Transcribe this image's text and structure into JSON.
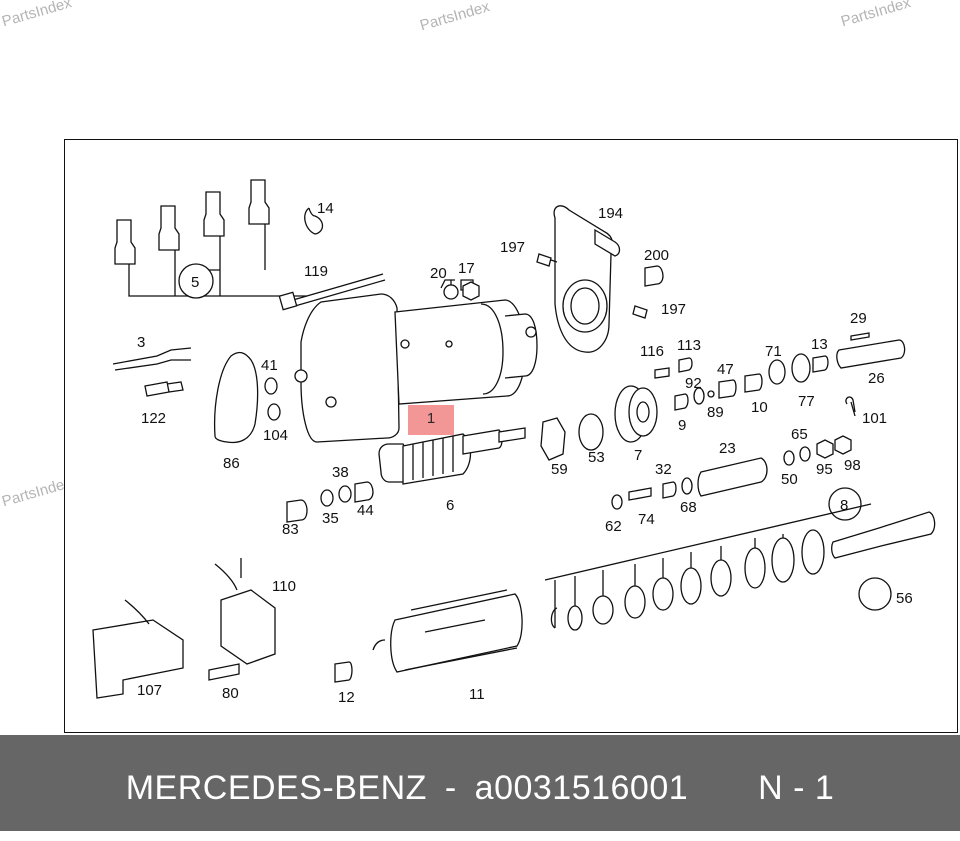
{
  "watermark": {
    "text": "PartsIndex"
  },
  "footer": {
    "brand": "MERCEDES-BENZ",
    "separator": "-",
    "part_number": "a0031516001",
    "position": "N - 1"
  },
  "diagram": {
    "highlight_label": "1",
    "labels": {
      "l14": "14",
      "l5": "5",
      "l119": "119",
      "l20": "20",
      "l17": "17",
      "l194": "194",
      "l197a": "197",
      "l200": "200",
      "l197b": "197",
      "l3": "3",
      "l41": "41",
      "l104": "104",
      "l122": "122",
      "l86": "86",
      "l116": "116",
      "l113": "113",
      "l29": "29",
      "l71": "71",
      "l13": "13",
      "l26": "26",
      "l47": "47",
      "l92": "92",
      "l89": "89",
      "l10": "10",
      "l77": "77",
      "l9": "9",
      "l101": "101",
      "l65": "65",
      "l23": "23",
      "l38": "38",
      "l59": "59",
      "l53": "53",
      "l7": "7",
      "l32": "32",
      "l50": "50",
      "l95": "95",
      "l98": "98",
      "l6": "6",
      "l83": "83",
      "l35": "35",
      "l44": "44",
      "l62": "62",
      "l74": "74",
      "l68": "68",
      "l8": "8",
      "l56": "56",
      "l110": "110",
      "l107": "107",
      "l80": "80",
      "l12": "12",
      "l11": "11"
    }
  }
}
